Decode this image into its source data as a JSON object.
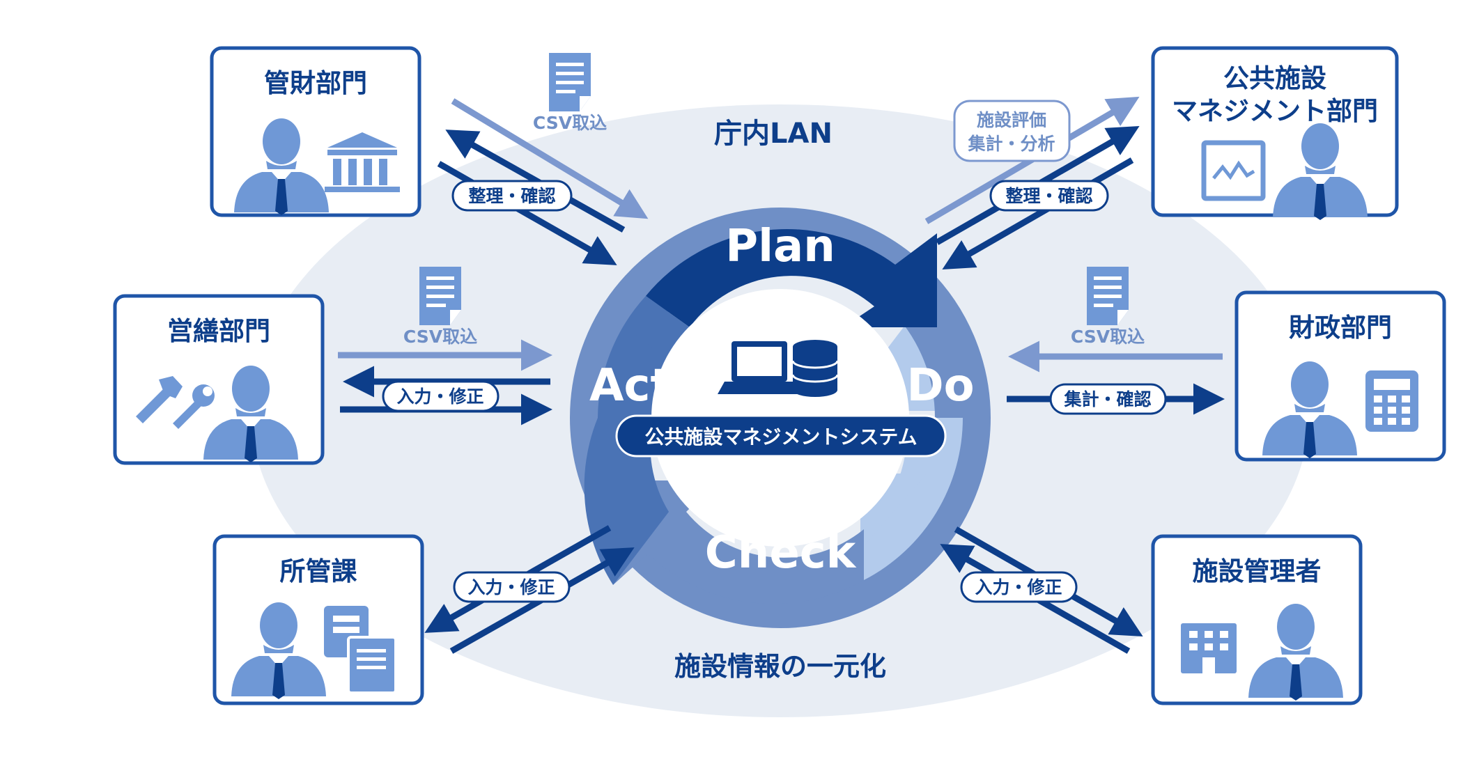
{
  "diagram": {
    "network_label": "庁内LAN",
    "center_caption": "施設情報の一元化",
    "system_name": "公共施設マネジメントシステム",
    "pdca": {
      "plan": "Plan",
      "do": "Do",
      "check": "Check",
      "act": "Act"
    },
    "departments": {
      "kanzai": {
        "title": "管財部門",
        "icon": "bank-icon"
      },
      "eizen": {
        "title": "営繕部門",
        "icon": "tools-icon"
      },
      "shokan": {
        "title": "所管課",
        "icon": "documents-icon"
      },
      "kokyo": {
        "title_line1": "公共施設",
        "title_line2": "マネジメント部門",
        "icon": "chart-monitor-icon"
      },
      "zaisei": {
        "title": "財政部門",
        "icon": "calculator-icon"
      },
      "kanri": {
        "title": "施設管理者",
        "icon": "building-icon"
      }
    },
    "flow_labels": {
      "csv_import_1": "CSV取込",
      "csv_import_2": "CSV取込",
      "csv_import_3": "CSV取込",
      "seiri_kakunin_1": "整理・確認",
      "seiri_kakunin_2": "整理・確認",
      "nyuryoku_shusei_1": "入力・修正",
      "nyuryoku_shusei_2": "入力・修正",
      "nyuryoku_shusei_3": "入力・修正",
      "shukei_kakunin": "集計・確認",
      "hyoka_line1": "施設評価",
      "hyoka_line2": "集計・分析"
    },
    "colors": {
      "dark_blue": "#0d3e8a",
      "mid_blue": "#3f6cad",
      "light_blue": "#8aa8d8",
      "pale_blue": "#b3cbec",
      "ellipse": "#e8edf4",
      "person": "#6f98d6"
    }
  }
}
